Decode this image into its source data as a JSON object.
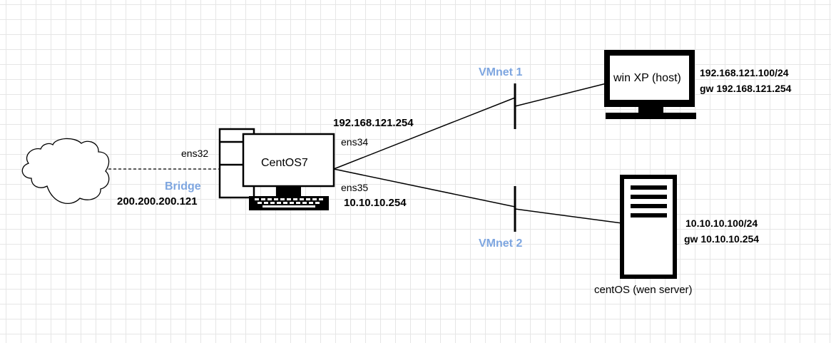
{
  "colors": {
    "network_label": "#7ea6e0",
    "line": "#000000",
    "grid": "#e6e6e6"
  },
  "nodes": {
    "internet": {
      "icon": "cloud-icon"
    },
    "router": {
      "name": "CentOS7",
      "icon": "desktop-pc-icon",
      "interfaces": {
        "ens32": "ens32",
        "ens34": "ens34",
        "ens35": "ens35"
      },
      "ips": {
        "bridge": "200.200.200.121",
        "vmnet1": "192.168.121.254",
        "vmnet2": "10.10.10.254"
      }
    },
    "host": {
      "name": "win XP (host)",
      "icon": "monitor-icon",
      "ip": "192.168.121.100/24",
      "gw": "gw 192.168.121.254"
    },
    "web_server": {
      "name": "centOS (wen server)",
      "icon": "server-icon",
      "ip": "10.10.10.100/24",
      "gw": "gw 10.10.10.254"
    }
  },
  "networks": {
    "bridge": "Bridge",
    "vmnet1": "VMnet 1",
    "vmnet2": "VMnet 2"
  }
}
